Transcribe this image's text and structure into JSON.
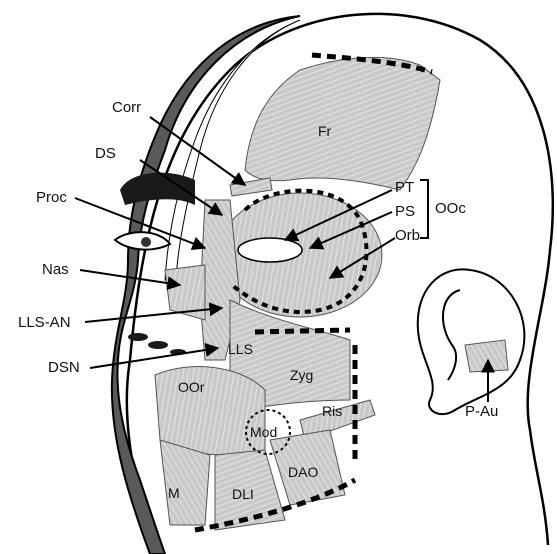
{
  "figure": {
    "labels": {
      "corr": "Corr",
      "ds": "DS",
      "proc": "Proc",
      "nas": "Nas",
      "lls_an": "LLS-AN",
      "dsn": "DSN",
      "pt": "PT",
      "ps": "PS",
      "orb": "Orb",
      "ooc": "OOc",
      "fr": "Fr",
      "lls": "LLS",
      "zyg": "Zyg",
      "oor": "OOr",
      "ris": "Ris",
      "mod": "Mod",
      "dao": "DAO",
      "m": "M",
      "dli": "DLI",
      "p_au": "P-Au"
    },
    "colors": {
      "muscle": "#c9c9c9",
      "muscle_stripe": "#efefef",
      "skin_dark": "#5a5a5a",
      "hair": "#1a1a1a",
      "outline": "#000000"
    }
  }
}
